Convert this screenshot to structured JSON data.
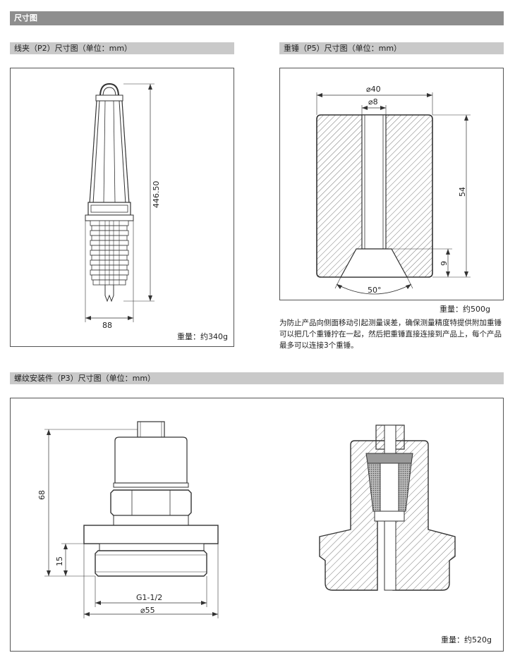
{
  "section_title": "尺寸图",
  "p2": {
    "title": "线夹（P2）尺寸图（单位：mm）",
    "height_dim": "446.50",
    "width_dim": "88",
    "weight": "重量：约340g"
  },
  "p5": {
    "title": "重锤（P5）尺寸图（单位：mm）",
    "outer_dia": "⌀40",
    "inner_dia": "⌀8",
    "height_dim": "54",
    "cone_dim": "9",
    "angle": "50°",
    "weight": "重量：约500g",
    "note": "为防止产品向侧面移动引起测量误差，确保测量精度特提供附加重锤可以把几个重锤拧在一起，然后把重锤直接连接到产品上，每个产品最多可以连接3个重锤。"
  },
  "p3": {
    "title": "螺纹安装件（P3）尺寸图（单位：mm）",
    "height_dim": "68",
    "thread_height_dim": "15",
    "thread_label": "G1-1/2",
    "dia_dim": "⌀55",
    "weight": "重量：约520g"
  }
}
